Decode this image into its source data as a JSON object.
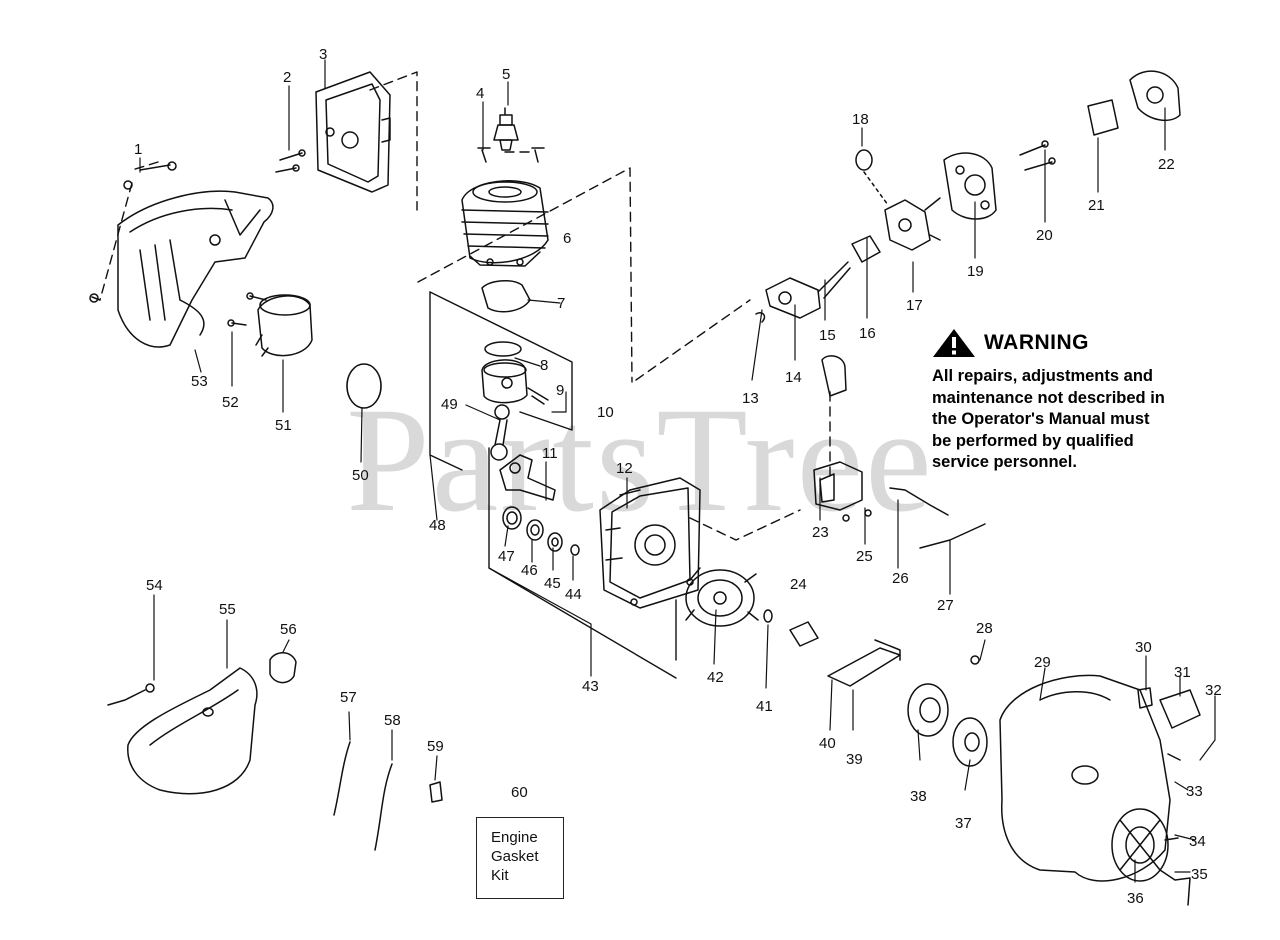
{
  "watermark": "PartsTree",
  "warning": {
    "title": "WARNING",
    "lines": [
      "All repairs, adjustments and",
      "maintenance not described in",
      "the Operator's Manual must",
      "be performed by qualified",
      "service personnel."
    ]
  },
  "kit": {
    "number": "60",
    "lines": [
      "Engine",
      "Gasket",
      "Kit"
    ]
  },
  "callouts": [
    "1",
    "2",
    "3",
    "4",
    "5",
    "6",
    "7",
    "8",
    "9",
    "10",
    "11",
    "12",
    "13",
    "14",
    "15",
    "16",
    "17",
    "18",
    "19",
    "20",
    "21",
    "22",
    "23",
    "24",
    "25",
    "26",
    "27",
    "28",
    "29",
    "30",
    "31",
    "32",
    "33",
    "34",
    "35",
    "36",
    "37",
    "38",
    "39",
    "40",
    "41",
    "42",
    "43",
    "44",
    "45",
    "46",
    "47",
    "48",
    "49",
    "50",
    "51",
    "52",
    "53",
    "54",
    "55",
    "56",
    "57",
    "58",
    "59",
    "60"
  ]
}
